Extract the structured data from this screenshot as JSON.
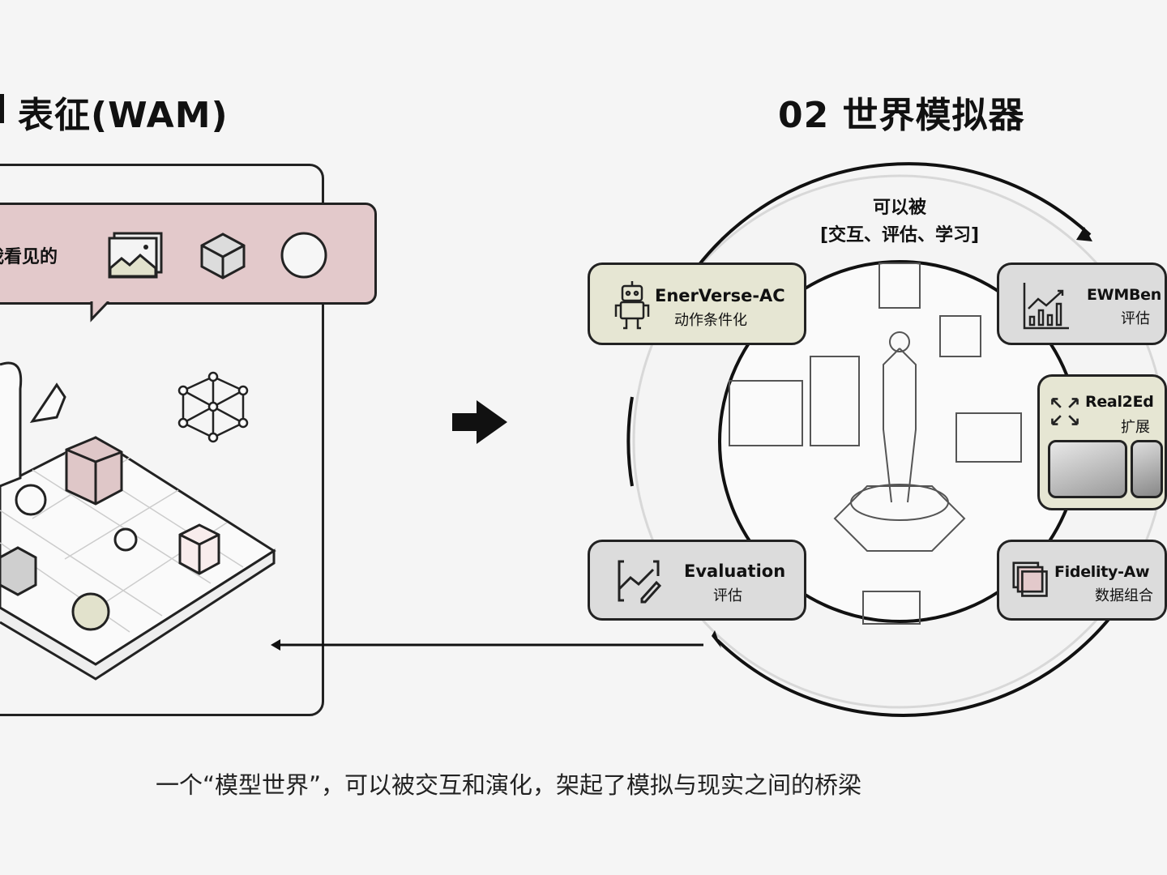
{
  "left_section": {
    "title": "表征(WAM)",
    "bubble_text": "我看见的",
    "bubble_icons": [
      "image-icon",
      "cube-icon",
      "circle-icon"
    ]
  },
  "right_section": {
    "title": "02 世界模拟器",
    "ring_label_line1": "可以被",
    "ring_label_line2": "[交互、评估、学习]",
    "cards": [
      {
        "title": "EnerVerse-AC",
        "subtitle": "动作条件化",
        "icon": "robot-icon"
      },
      {
        "title": "EWMBen",
        "subtitle": "评估",
        "icon": "bar-chart-icon"
      },
      {
        "title": "Real2Ed",
        "subtitle": "扩展",
        "icon": "expand-icon"
      },
      {
        "title": "Evaluation",
        "subtitle": "评估",
        "icon": "pen-chart-icon"
      },
      {
        "title": "Fidelity-Aw",
        "subtitle": "数据组合",
        "icon": "layers-icon"
      }
    ]
  },
  "caption": "一个“模型世界”，可以被交互和演化，架起了模拟与现实之间的桥梁",
  "colors": {
    "background": "#f5f5f5",
    "pink": "#e3c9cb",
    "olive": "#e6e6d3",
    "grey_card": "#dcdcdc"
  }
}
